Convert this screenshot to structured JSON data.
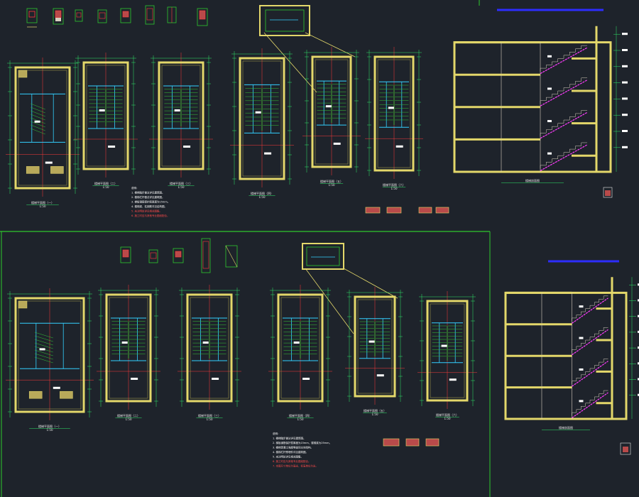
{
  "sheet": {
    "background": "#1e232b",
    "colors": {
      "frame": "#2ec82e",
      "wall": "#e3d76a",
      "beam": "#33d0ff",
      "stair": "#35c335",
      "axis": "#ff3b3b",
      "dim": "#2ee86a",
      "slope": "#ff3cff",
      "text": "#ffffff",
      "roof": "#2d2dff"
    },
    "icons": [
      "section-detail-icon",
      "column-detail-icon",
      "stair-plan-icon",
      "stair-section-icon"
    ]
  },
  "top_sheet": {
    "plans": [
      {
        "title": "楼梯平面图（一）",
        "scale": "1:50"
      },
      {
        "title": "楼梯平面图（二）",
        "scale": "1:50"
      },
      {
        "title": "楼梯平面图（三）",
        "scale": "1:50"
      },
      {
        "title": "楼梯平面图（四）",
        "scale": "1:50"
      },
      {
        "title": "楼梯平面图（五）",
        "scale": "1:50"
      },
      {
        "title": "楼梯平面图（六）",
        "scale": "1:50"
      }
    ],
    "section_title": "楼梯剖面图",
    "notes": [
      "说明：",
      "1. 楼梯踏步做法详见建筑图。",
      "2. 楼梯栏杆做法详见建筑图。",
      "3. 梯板钢筋保护层厚度为15mm。",
      "4. 楼梯梁、柱钢筋详见结构图。",
      "5. 未注明处详见相关图集。",
      "6. 施工时应与其他专业图纸配合。"
    ]
  },
  "bottom_sheet": {
    "plans": [
      {
        "title": "楼梯平面图（一）",
        "scale": "1:50"
      },
      {
        "title": "楼梯平面图（二）",
        "scale": "1:50"
      },
      {
        "title": "楼梯平面图（三）",
        "scale": "1:50"
      },
      {
        "title": "楼梯平面图（四）",
        "scale": "1:50"
      },
      {
        "title": "楼梯平面图（五）",
        "scale": "1:50"
      },
      {
        "title": "楼梯平面图（六）",
        "scale": "1:50"
      }
    ],
    "section_title": "楼梯剖面图",
    "notes": [
      "说明：",
      "1. 楼梯踏步做法详见建筑图。",
      "2. 梯板钢筋保护层厚度为15mm，楼梯梁为25mm。",
      "3. 楼梯混凝土强度等级同主体结构。",
      "4. 楼梯栏杆预埋件详见建筑图。",
      "5. 未注明处详见相关图集。",
      "6. 施工时应与其他专业图纸配合。",
      "7. 本图尺寸单位为毫米，标高单位为米。"
    ]
  }
}
